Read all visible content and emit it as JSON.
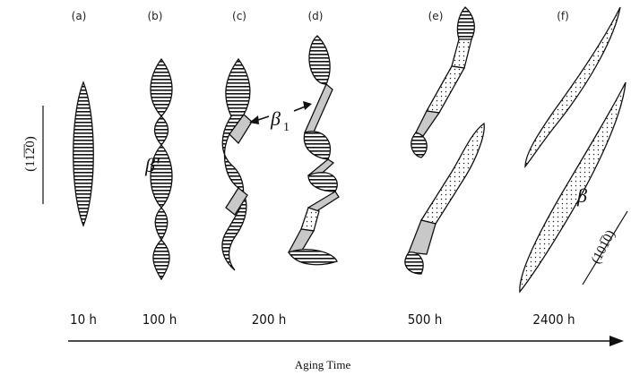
{
  "panels": [
    {
      "id": "a",
      "label": "(a)",
      "time": "10 h"
    },
    {
      "id": "b",
      "label": "(b)",
      "time": "100 h"
    },
    {
      "id": "c",
      "label": "(c)",
      "time": "200 h"
    },
    {
      "id": "d",
      "label": "(d)",
      "time": "200 h"
    },
    {
      "id": "e",
      "label": "(e)",
      "time": "500 h"
    },
    {
      "id": "f",
      "label": "(f)",
      "time": "2400 h"
    }
  ],
  "phases": {
    "beta_prime": "β'",
    "beta1": "β",
    "beta1_sub": "1",
    "beta": "β"
  },
  "orientations": {
    "left": "(11̅2̅0)",
    "right": "(101̅0)"
  },
  "axis": {
    "label": "Aging Time"
  },
  "colors": {
    "outline": "#111111",
    "shade": "#c8c8c8",
    "dots": "#222222"
  }
}
